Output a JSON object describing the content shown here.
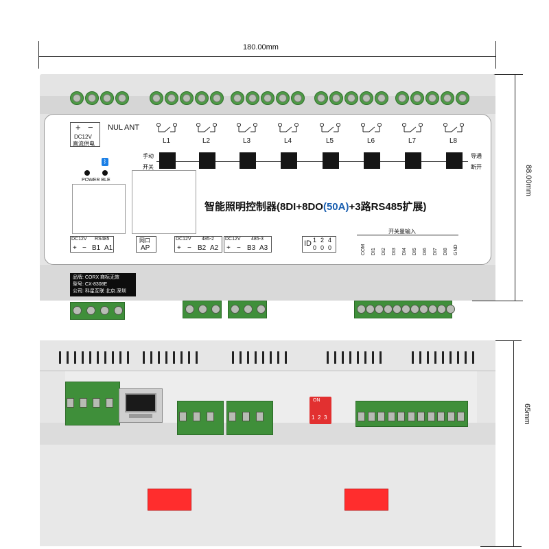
{
  "dimensions": {
    "width": "180.00mm",
    "height": "88.00mm",
    "depth": "65mm"
  },
  "top_panel": {
    "power_plus": "+",
    "power_minus": "−",
    "dc12v": "DC12V",
    "dc_supply": "直流供电",
    "nul_ant": "NUL ANT",
    "power_ble": "POWER BLE",
    "manual": "手动",
    "switch": "开关",
    "conduct": "导通",
    "disconnect": "断开",
    "channels": [
      "L1",
      "L2",
      "L3",
      "L4",
      "L5",
      "L6",
      "L7",
      "L8"
    ],
    "title_pre": "智能照明控制器(8DI+8DO",
    "title_mid": "(50A)",
    "title_post": "+3路RS485扩展)",
    "switch_input": "开关量输入",
    "inputs": [
      "COM",
      "DI1",
      "DI2",
      "DI3",
      "DI4",
      "DI5",
      "DI6",
      "DI7",
      "DI8",
      "GND"
    ],
    "port_dc12v": "DC12V",
    "port_rs485": "RS485",
    "port_b1": "B1",
    "port_a1": "A1",
    "port_net": "网口",
    "port_ap": "AP",
    "port_485_2": "485-2",
    "port_b2": "B2",
    "port_a2": "A2",
    "port_485_3": "485-3",
    "port_b3": "B3",
    "port_a3": "A3",
    "plus": "+",
    "minus": "−",
    "id": "ID",
    "id_nums": [
      "1",
      "2",
      "4"
    ],
    "id_zero": [
      "0",
      "0",
      "0"
    ]
  },
  "badge": {
    "brand": "品牌: CORX 商标无效",
    "model": "型号: CX-8308E",
    "company": "公司: 科星互联 北京.深圳"
  },
  "bottom": {
    "dip_on": "ON",
    "dip_nums": [
      "1",
      "2",
      "3"
    ]
  },
  "colors": {
    "terminal_green": "#4e9a46",
    "title_blue": "#1a5fb0",
    "indicator_red": "#ff2d2d"
  }
}
